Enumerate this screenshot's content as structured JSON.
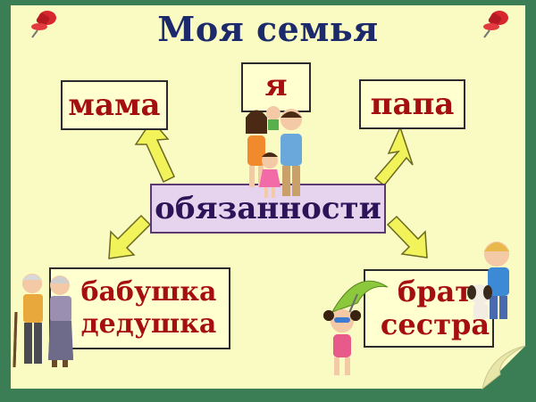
{
  "title": "Моя семья",
  "center": "обязанности",
  "nodes": {
    "mama": "мама",
    "ya": "я",
    "papa": "папа",
    "grandparents_line1": "бабушка",
    "grandparents_line2": "дедушка",
    "siblings_line1": "брат",
    "siblings_line2": "сестра"
  },
  "colors": {
    "background": "#3b7d55",
    "paper": "#fafac3",
    "box_fill": "#ffffd0",
    "box_text": "#a50e12",
    "title_text": "#1c2a6c",
    "center_fill": "#e6d3ee",
    "center_text": "#2d1458",
    "arrow_fill": "#f2f25a",
    "pin": "#d8262f"
  },
  "icons": [
    "pushpin-icon",
    "family-illustration",
    "grandparents-illustration",
    "girl-umbrella-illustration",
    "boy-dog-illustration"
  ]
}
